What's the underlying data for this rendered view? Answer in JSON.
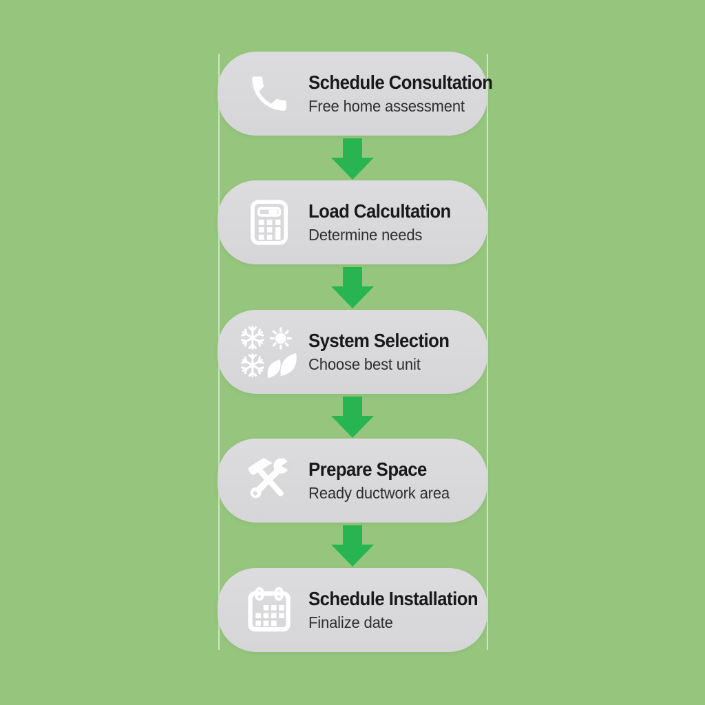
{
  "diagram": {
    "type": "vertical-process-flow",
    "background_color": "#96c67e",
    "card_color": "#d8d8da",
    "arrow_color": "#28b450",
    "icon_color": "#ffffff",
    "title_color": "#191919",
    "subtitle_color": "#2e2e2e"
  },
  "steps": [
    {
      "title": "Schedule Consultation",
      "subtitle": "Free home assessment",
      "icon": "phone-icon"
    },
    {
      "title": "Load Calcultation",
      "subtitle": "Determine needs",
      "icon": "calculator-icon"
    },
    {
      "title": "System Selection",
      "subtitle": "Choose best unit",
      "icon": "climate-icons"
    },
    {
      "title": "Prepare Space",
      "subtitle": "Ready ductwork area",
      "icon": "tools-icon"
    },
    {
      "title": "Schedule Installation",
      "subtitle": "Finalize date",
      "icon": "calendar-icon"
    }
  ]
}
